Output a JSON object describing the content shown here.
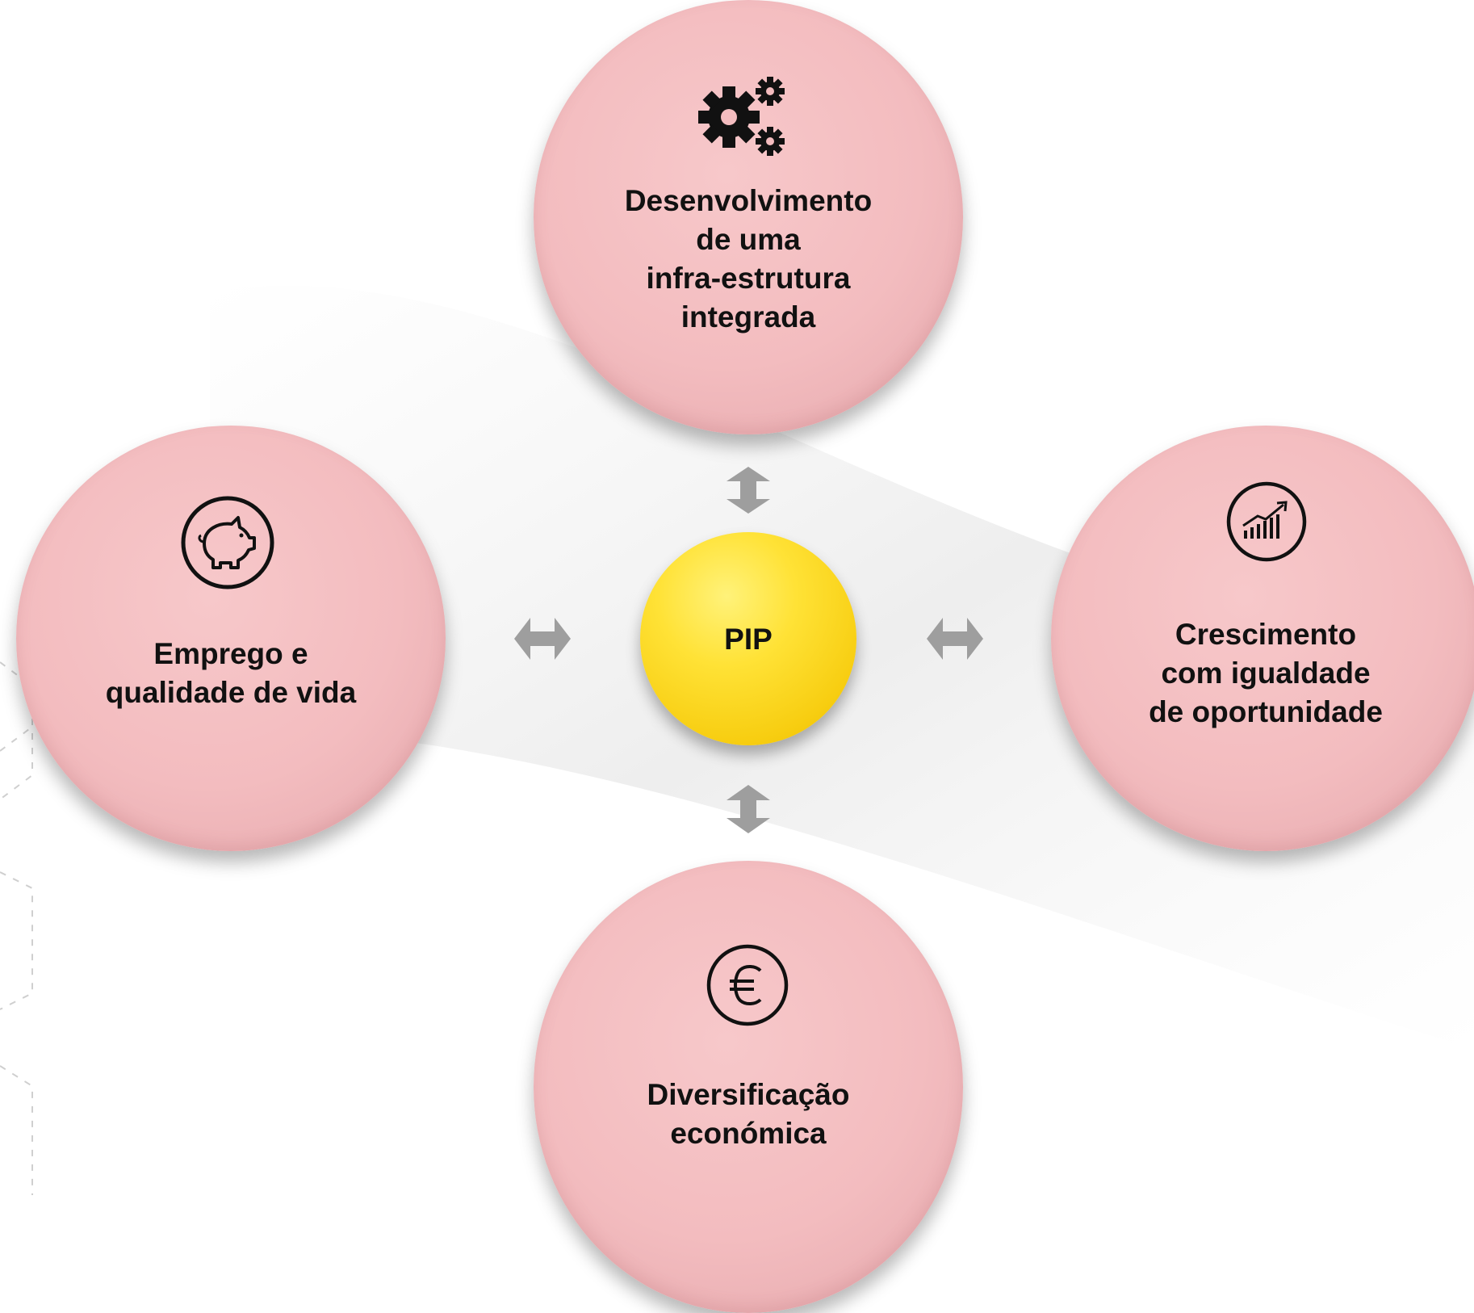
{
  "center": {
    "label": "PIP"
  },
  "nodes": {
    "top": {
      "icon": "gears-icon",
      "lines": [
        "Desenvolvimento",
        "de uma",
        "infra-estrutura",
        "integrada"
      ]
    },
    "left": {
      "icon": "piggy-bank-icon",
      "lines": [
        "Emprego e",
        "qualidade de vida"
      ]
    },
    "right": {
      "icon": "growth-chart-icon",
      "lines": [
        "Crescimento",
        "com igualdade",
        "de oportunidade"
      ]
    },
    "bottom": {
      "icon": "euro-icon",
      "lines": [
        "Diversificação",
        "económica"
      ]
    }
  },
  "connectors": {
    "icon": "double-arrow-icon",
    "color": "#9e9e9e"
  },
  "colors": {
    "node_fill": "#f3bcbf",
    "center_fill": "#f7cd10",
    "text": "#111111"
  }
}
